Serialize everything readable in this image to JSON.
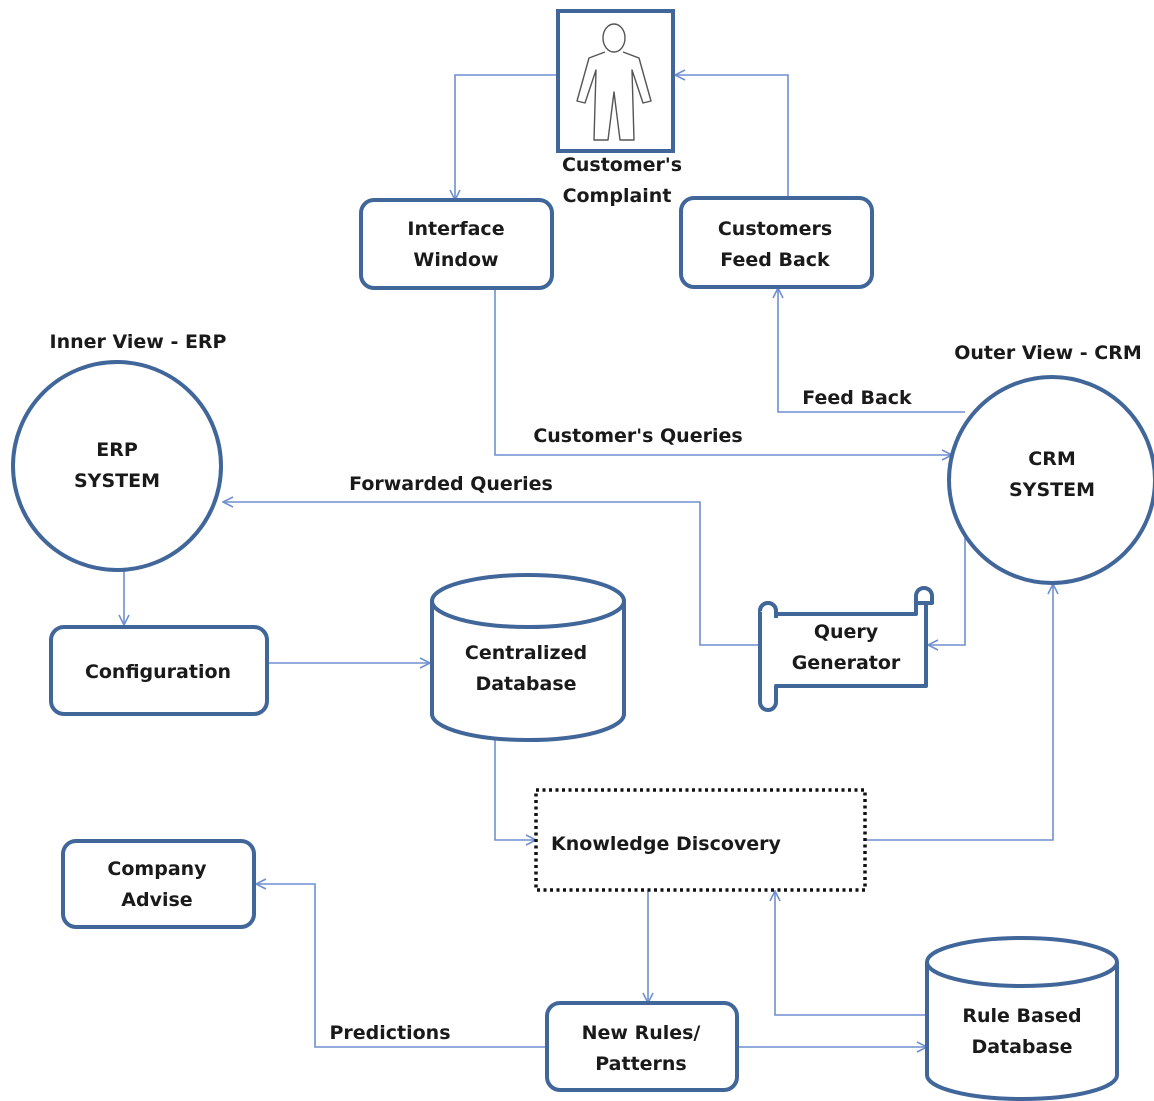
{
  "diagram": {
    "customer": {
      "line1": "Customer's",
      "line2": "Complaint"
    },
    "interface_window": {
      "line1": "Interface",
      "line2": "Window"
    },
    "customers_feedback": {
      "line1": "Customers",
      "line2": "Feed Back"
    },
    "erp": {
      "caption": "Inner View - ERP",
      "line1": "ERP",
      "line2": "SYSTEM"
    },
    "crm": {
      "caption": "Outer View - CRM",
      "line1": "CRM",
      "line2": "SYSTEM"
    },
    "configuration": {
      "label": "Configuration"
    },
    "centralized_db": {
      "line1": "Centralized",
      "line2": "Database"
    },
    "query_generator": {
      "line1": "Query",
      "line2": "Generator"
    },
    "knowledge_discovery": {
      "label": "Knowledge Discovery"
    },
    "company_advise": {
      "line1": "Company",
      "line2": "Advise"
    },
    "new_rules": {
      "line1": "New Rules/",
      "line2": "Patterns"
    },
    "rule_db": {
      "line1": "Rule Based",
      "line2": "Database"
    },
    "edges": {
      "feed_back": "Feed Back",
      "customer_queries": "Customer's Queries",
      "forwarded_queries": "Forwarded Queries",
      "predictions": "Predictions"
    }
  },
  "colors": {
    "node_border": "#41669a",
    "connector": "#6f8fd0",
    "dashed_border": "#111111"
  }
}
